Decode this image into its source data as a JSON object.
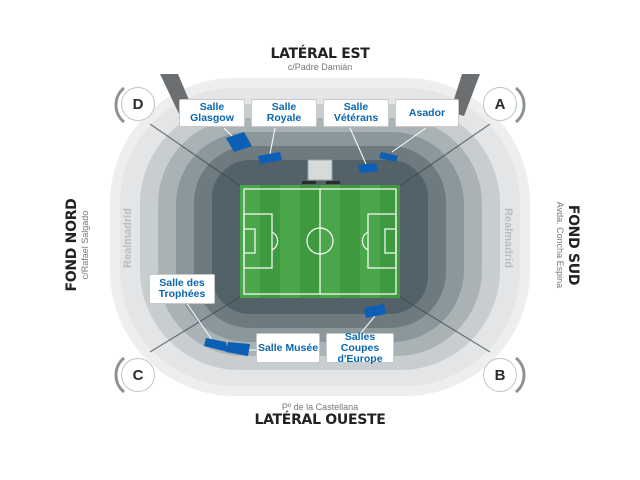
{
  "sides": {
    "top": {
      "title": "LATÉRAL EST",
      "street": "c/Padre Damián"
    },
    "bottom": {
      "title": "LATÉRAL OUESTE",
      "street": "Pº de la Castellana"
    },
    "left": {
      "title": "FOND NORD",
      "street": "c/Rafael Salgado"
    },
    "right": {
      "title": "FOND SUD",
      "street": "Avda. Concha Espina"
    }
  },
  "corners": {
    "a": "A",
    "b": "B",
    "c": "C",
    "d": "D"
  },
  "venues": {
    "salle_glasgow": "Salle\nGlasgow",
    "salle_royale": "Salle\nRoyale",
    "salle_veterans": "Salle\nVétérans",
    "asador": "Asador",
    "salle_trophees": "Salle des\nTrophées",
    "salle_musee": "Salle Musée",
    "salles_coupes": "Salles Coupes\nd'Europe"
  },
  "watermarks": {
    "left": "Realmadrid",
    "right": "Realmadrid"
  },
  "colors": {
    "venue_text": "#0a66b0",
    "venue_marker": "#0b5fb5",
    "pitch": "#3f9a3f",
    "outer_ring": "#eeeeee",
    "stand_dark": "#5a6a70"
  }
}
